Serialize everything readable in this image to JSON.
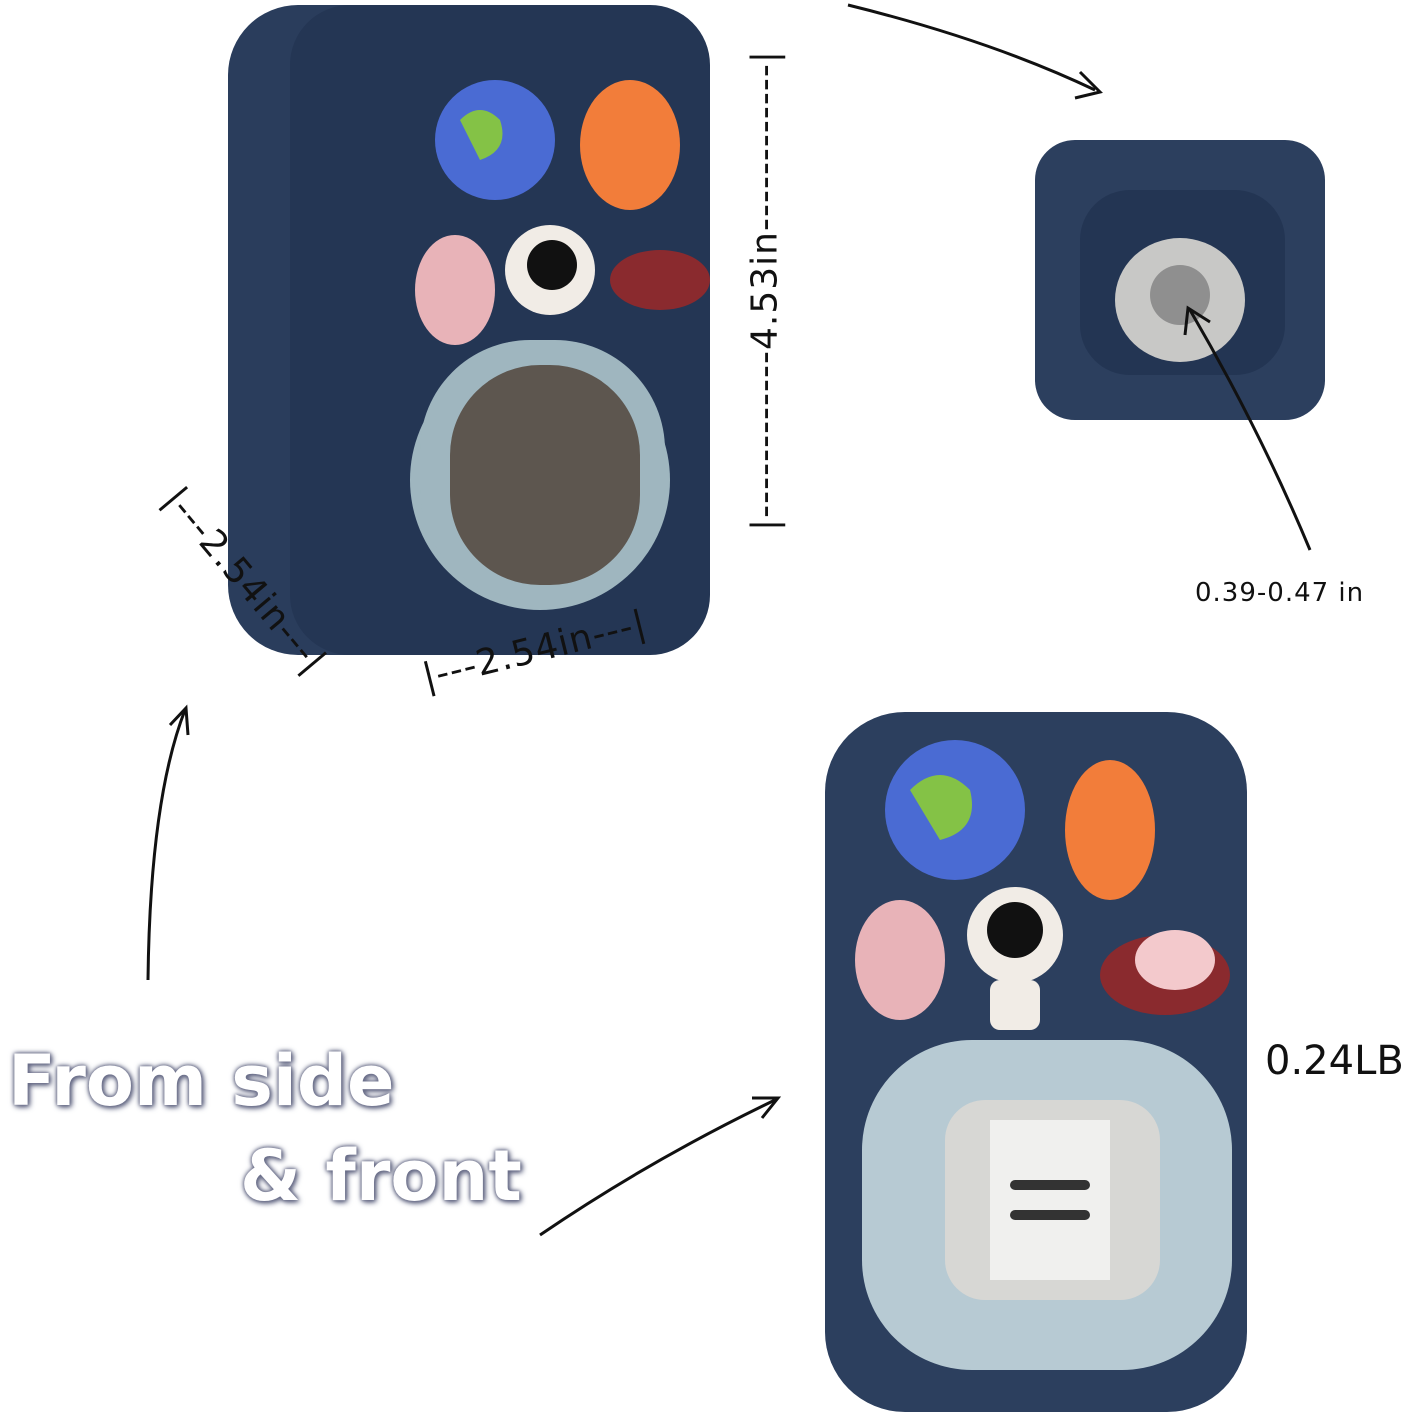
{
  "colors": {
    "body": "#2c3f5e",
    "body_dark": "#1f2f4a",
    "ring": "#b7cad3",
    "inner": "#6b6c6f",
    "earth_blue": "#4a6bd3",
    "earth_green": "#84c246",
    "carrot": "#f27d3a"
  },
  "dimensions": {
    "height": "|------------4.53in------------|",
    "depth": "|---2.54in---|",
    "width": "|---2.54in---|"
  },
  "nozzle_label": "0.39-0.47 in",
  "weight_label": "0.24LB",
  "caption": {
    "line1": "From side",
    "line2": "& front"
  }
}
